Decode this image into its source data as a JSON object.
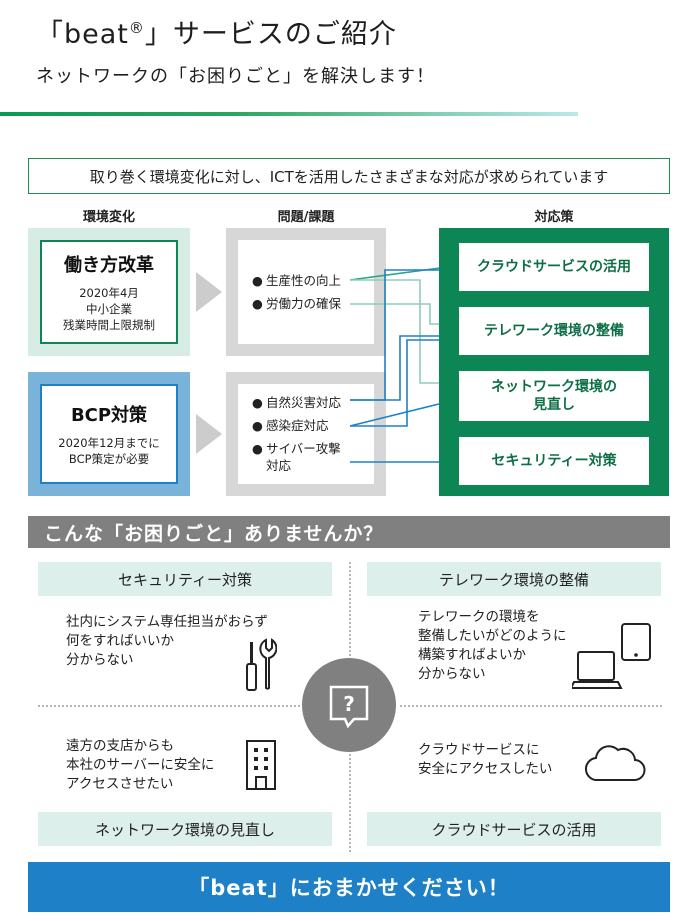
{
  "header": {
    "title_open": "「beat",
    "title_reg": "®",
    "title_close": "」サービスのご紹介",
    "subtitle": "ネットワークの「お困りごと」を解決します！"
  },
  "intro": "取り巻く環境変化に対し、ICTを活用したさまざまな対応が求められています",
  "columns": {
    "env": "環境変化",
    "issues": "問題/課題",
    "solutions": "対応策"
  },
  "env_changes": [
    {
      "title": "働き方改革",
      "details": [
        "2020年4月",
        "中小企業",
        "残業時間上限規制"
      ]
    },
    {
      "title": "BCP対策",
      "details": [
        "2020年12月までに",
        "BCP策定が必要"
      ]
    }
  ],
  "issues_groups": [
    {
      "items": [
        "生産性の向上",
        "労働力の確保"
      ]
    },
    {
      "items": [
        "自然災害対応",
        "感染症対応",
        "サイバー攻撃対応"
      ]
    }
  ],
  "solutions": [
    "クラウドサービスの活用",
    "テレワーク環境の整備",
    "ネットワーク環境の見直し",
    "セキュリティー対策"
  ],
  "problems_heading": "こんな「お困りごと」ありませんか？",
  "problems": [
    {
      "label": "セキュリティー対策",
      "lines": [
        "社内にシステム専任担当がおらず",
        "何をすればいいか",
        "分からない"
      ],
      "icon": "tools-icon"
    },
    {
      "label": "テレワーク環境の整備",
      "lines": [
        "テレワークの環境を",
        "整備したいがどのように",
        "構築すればよいか",
        "分からない"
      ],
      "icon": "devices-icon"
    },
    {
      "label": "ネットワーク環境の見直し",
      "lines": [
        "遠方の支店からも",
        "本社のサーバーに安全に",
        "アクセスさせたい"
      ],
      "icon": "building-icon"
    },
    {
      "label": "クラウドサービスの活用",
      "lines": [
        "クラウドサービスに",
        "安全にアクセスしたい"
      ],
      "icon": "cloud-icon"
    }
  ],
  "question_mark": "?",
  "closing": "「beat」におまかせください！",
  "colors": {
    "accent_green": "#0d8656",
    "light_green": "#d6ece5",
    "light_blue": "#7ab3da",
    "cta_blue": "#1e80c6",
    "gray": "#808080"
  }
}
